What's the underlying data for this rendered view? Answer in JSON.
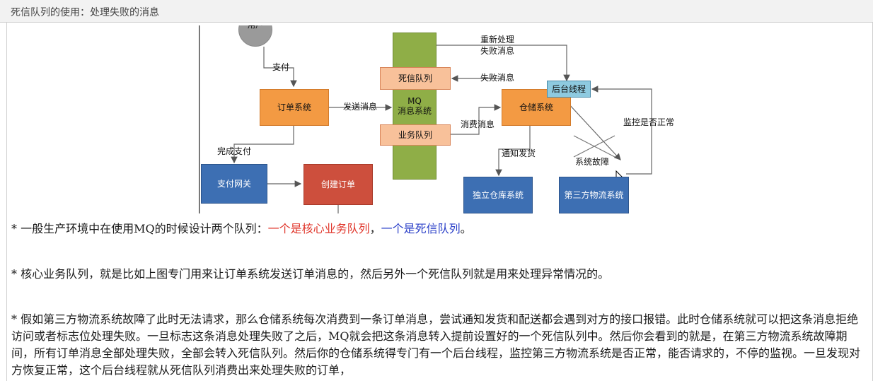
{
  "window": {
    "title": "死信队列的使用：处理失败的消息"
  },
  "diagram": {
    "nodes": {
      "user": "用户",
      "order_system": "订单系统",
      "mq": "MQ\n消息系统",
      "dead_letter_queue": "死信队列",
      "business_queue": "业务队列",
      "warehouse_system": "仓储系统",
      "background_thread": "后台线程",
      "payment_gateway": "支付网关",
      "create_order": "创建订单",
      "independent_warehouse": "独立仓库系统",
      "third_party_logistics": "第三方物流系统"
    },
    "edges": {
      "pay": "支付",
      "send_message": "发送消息",
      "complete_payment": "完成支付",
      "reprocess_line1": "重新处理",
      "reprocess_line2": "失败消息",
      "failed_message": "失败消息",
      "consume_message": "消费消息",
      "notify_shipping": "通知发货",
      "system_failure": "系统故障",
      "monitor_normal": "监控是否正常"
    }
  },
  "paragraphs": {
    "p1_prefix": "* 一般生产环境中在使用MQ的时候设计两个队列：",
    "p1_red": "一个是核心业务队列",
    "p1_sep": "，",
    "p1_blue": "一个是死信队列",
    "p1_suffix": "。",
    "p2": "* 核心业务队列，就是比如上图专门用来让订单系统发送订单消息的，然后另外一个死信队列就是用来处理异常情况的。",
    "p3": "* 假如第三方物流系统故障了此时无法请求，那么仓储系统每次消费到一条订单消息，尝试通知发货和配送都会遇到对方的接口报错。此时仓储系统就可以把这条消息拒绝访问或者标志位处理失败。一旦标志这条消息处理失败了之后，MQ就会把这条消息转入提前设置好的一个死信队列中。然后你会看到的就是，在第三方物流系统故障期间，所有订单消息全部处理失败，全部会转入死信队列。然后你的仓储系统得专门有一个后台线程，监控第三方物流系统是否正常，能否请求的，不停的监视。一旦发现对方恢复正常，这个后台线程就从死信队列消费出来处理失败的订单，"
  },
  "colors": {
    "highlight_red": "#e0362b",
    "highlight_blue": "#2a3fc8",
    "orange_node": "#f39a43",
    "queue_node": "#f8c19a",
    "mq_node": "#8fae47",
    "blue_node": "#3d6fb3",
    "red_node": "#cd4f3d",
    "thread_node": "#8ecae0"
  }
}
